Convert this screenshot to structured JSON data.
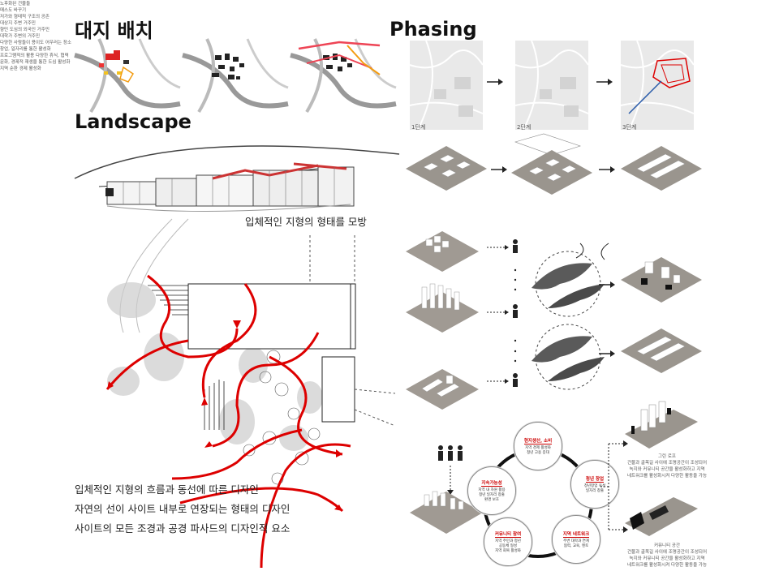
{
  "titles": {
    "site": "대지 배치",
    "landscape": "Landscape",
    "phasing": "Phasing"
  },
  "landscape_caption": "입체적인 지형의 형태를 모방",
  "landscape_desc": [
    "입체적인 지형의 흐름과 동선에 따른 디자인",
    "자연의 선이 사이트 내부로 연장되는 형태의 디자인",
    "사이트의 모든 조경과 공경 파사드의 디자인적 요소"
  ],
  "phasing": {
    "maps": [
      "1단계",
      "2단계",
      "3단계"
    ],
    "massing_labels": [
      "노후화된 건물들",
      "매스도 바꾸기",
      "저가와 형태적 구조의 공존"
    ],
    "left_labels": [
      "대상지 주변 거주민",
      "향민 도심의 외국인 거주민",
      "대학가 주변의 거주민"
    ],
    "mid_labels": [
      "다양한 사람들이 용이도 어우러는 장소",
      "창업, 일자리를 통한 활성화"
    ],
    "right_labels": [
      "프로그램적의 활용 다양한 휴식, 협력",
      "문화, 경제적 재생을 통한 도심 활성화"
    ],
    "cycle_nodes": [
      {
        "h": "현지생산, 소비",
        "b": [
          "지역 경제 활성화",
          "청년 고용 증대"
        ]
      },
      {
        "h": "청년 창업",
        "b": [
          "청년창업 육성",
          "일자리 창출"
        ]
      },
      {
        "h": "지역 네트워크",
        "b": [
          "주변 대학과 연계",
          "협력, 교육, 멘토"
        ]
      },
      {
        "h": "커뮤니티 참여",
        "b": [
          "지역 주민과 청년",
          "공동체 형성",
          "지역 회복 활성화"
        ]
      },
      {
        "h": "지속가능성",
        "b": [
          "지역 내 자원 활용",
          "청년 일자리 창출",
          "환경 보호"
        ]
      }
    ],
    "cycle_bottom_left": "지역 순환 경제 활성화",
    "right_bottom": [
      {
        "title": "그린 로프",
        "lines": [
          "건물과 골목길 사이에 조명공간이 조성되어",
          "녹지와 커뮤니티 공간을 활성화하고 지역",
          "네트워크를 활성화시켜 다양한 활동을 가능"
        ]
      },
      {
        "title": "커뮤니티 공간",
        "lines": [
          "건물과 골목길 사이에 조명공간이 조성되어",
          "녹지와 커뮤니티 공간을 활성화하고 지역",
          "네트워크를 활성화시켜 다양한 활동을 가능"
        ]
      }
    ]
  }
}
